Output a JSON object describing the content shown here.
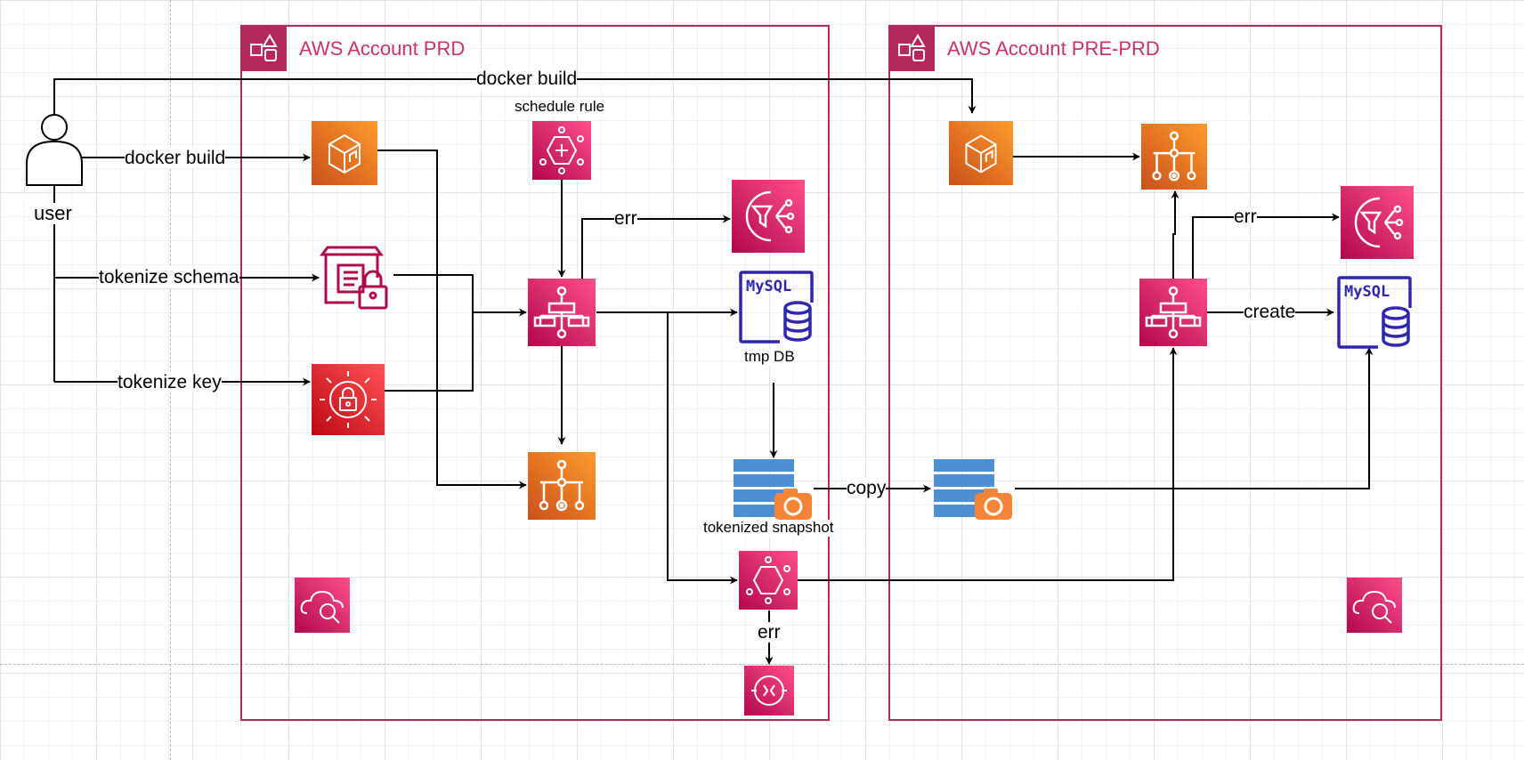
{
  "accounts": {
    "prd": {
      "title": "AWS Account PRD",
      "border_color": "#b5285e"
    },
    "preprd": {
      "title": "AWS Account PRE-PRD",
      "border_color": "#b5285e"
    }
  },
  "actor": {
    "label": "user"
  },
  "edge_labels": {
    "docker_build_top": "docker build",
    "docker_build": "docker build",
    "tokenize_schema": "tokenize schema",
    "tokenize_key": "tokenize key",
    "err_prd": "err",
    "err_preprd": "err",
    "err_bottom": "err",
    "copy": "copy",
    "create": "create"
  },
  "node_labels": {
    "schedule_rule": "schedule rule",
    "tmp_db": "tmp DB",
    "tokenized_snapshot": "tokenized snapshot",
    "mysql_prd": "MySQL",
    "mysql_preprd": "MySQL"
  },
  "icons": [
    "user-icon",
    "ecr-icon",
    "glue-schema-lock-icon",
    "kms-icon",
    "eventbridge-rule-icon",
    "step-functions-icon",
    "sns-icon",
    "rds-mysql-icon",
    "batch-icon",
    "rds-snapshot-icon",
    "eventbridge-icon",
    "sqs-dlq-icon",
    "cloudwatch-icon"
  ],
  "colors": {
    "orange": "#ed7100",
    "pink": "#e7157b",
    "red": "#dd344c",
    "rds_blue": "#2e27ad",
    "snapshot_blue": "#4d8fd1"
  }
}
